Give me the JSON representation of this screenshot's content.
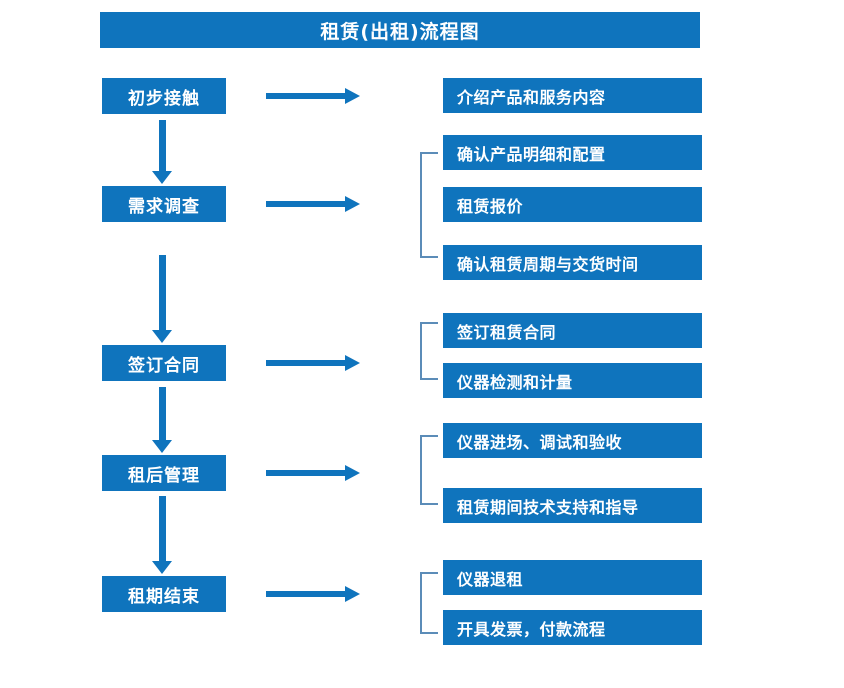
{
  "diagram": {
    "title": "租赁(出租)流程图",
    "colors": {
      "box_fill": "#0F74BD",
      "box_text": "#FFFFFF",
      "arrow": "#0F74BD",
      "bracket": "#5B8CB8",
      "background": "#FFFFFF"
    },
    "stages": [
      {
        "label": "初步接触"
      },
      {
        "label": "需求调查"
      },
      {
        "label": "签订合同"
      },
      {
        "label": "租后管理"
      },
      {
        "label": "租期结束"
      }
    ],
    "details": [
      {
        "label": "介绍产品和服务内容"
      },
      {
        "label": "确认产品明细和配置"
      },
      {
        "label": "租赁报价"
      },
      {
        "label": "确认租赁周期与交货时间"
      },
      {
        "label": "签订租赁合同"
      },
      {
        "label": "仪器检测和计量"
      },
      {
        "label": "仪器进场、调试和验收"
      },
      {
        "label": "租赁期间技术支持和指导"
      },
      {
        "label": "仪器退租"
      },
      {
        "label": "开具发票，付款流程"
      }
    ]
  }
}
